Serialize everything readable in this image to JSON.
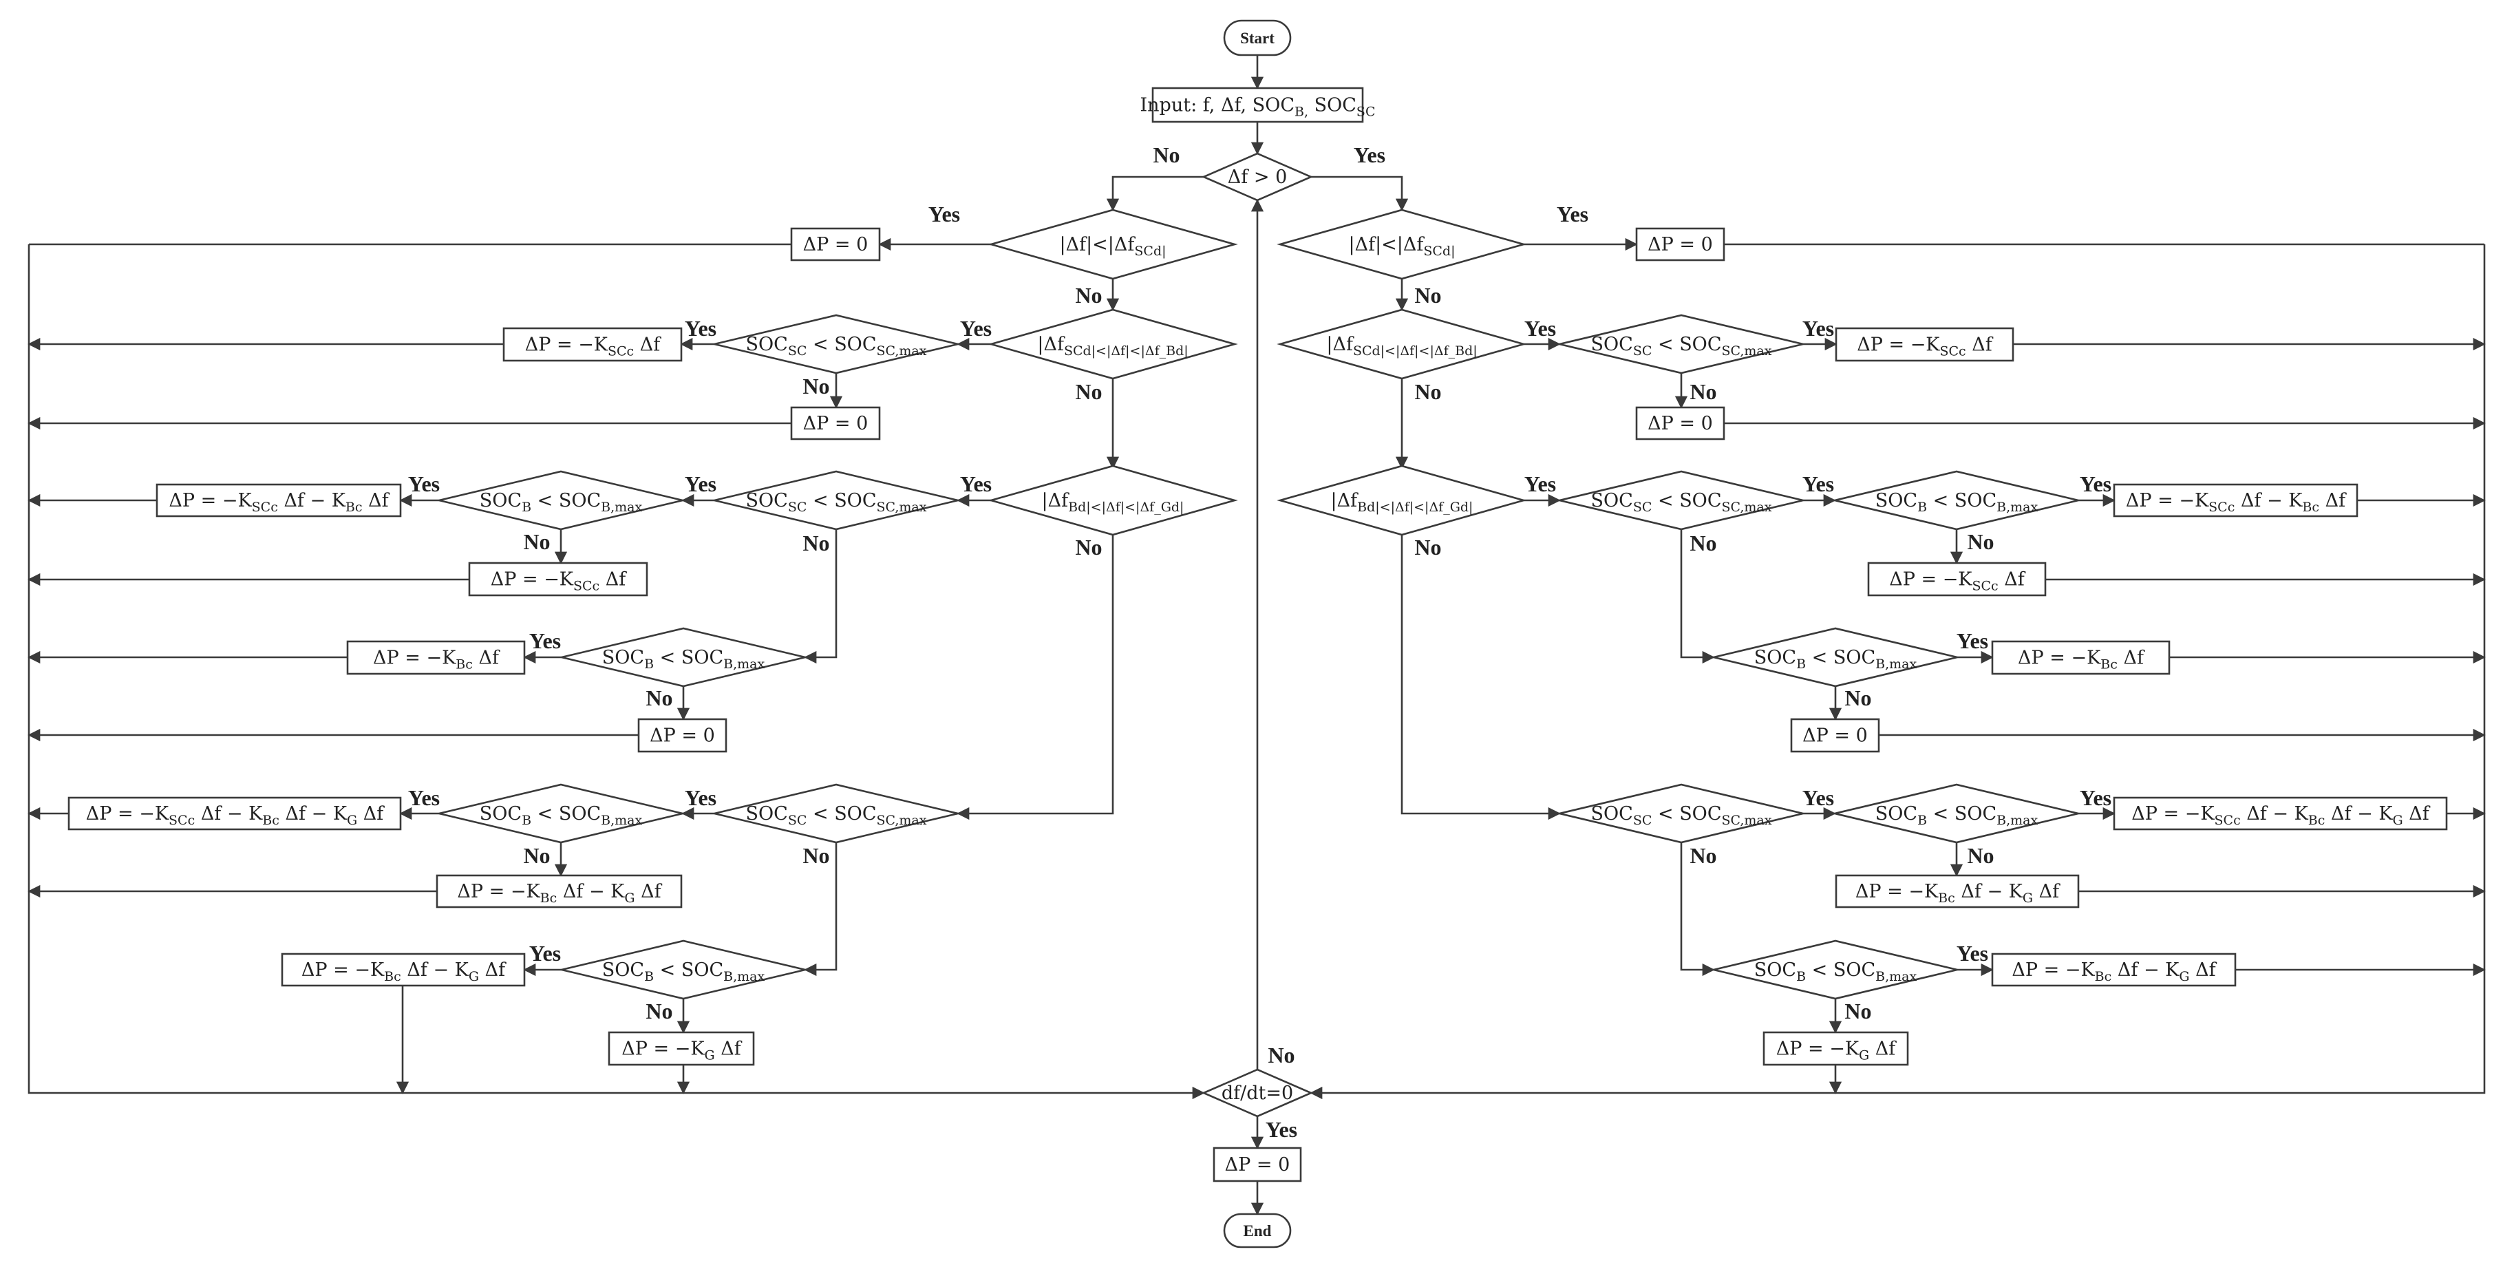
{
  "nodes": {
    "start": "Start",
    "end": "End",
    "input": "Input: f, Δf, SOC_B, SOC_SC",
    "d_top": "Δf > 0",
    "d_df": "df/dt=0",
    "p_final": "ΔP = 0",
    "L": {
      "d1": "|Δf|<|Δf_SCd|",
      "b1": "ΔP = 0",
      "d2": "|Δf_SCd|<|Δf|<|Δf_Bd|",
      "d2a": "SOC_SC < SOC_SC,max",
      "b2a": "ΔP = −K_SCc Δf",
      "b2b": "ΔP = 0",
      "d3": "|Δf_Bd|<|Δf|<|Δf_Gd|",
      "d3a": "SOC_SC < SOC_SC,max",
      "d3b": "SOC_B < SOC_B,max",
      "b3a": "ΔP = −K_SCc Δf − K_Bc Δf",
      "b3b": "ΔP = −K_SCc Δf",
      "d3c": "SOC_B < SOC_B,max",
      "b3c": "ΔP = −K_Bc Δf",
      "b3d": "ΔP = 0",
      "d4a": "SOC_SC < SOC_SC,max",
      "d4b": "SOC_B < SOC_B,max",
      "b4a": "ΔP = −K_SCc Δf − K_Bc Δf − K_G Δf",
      "b4b": "ΔP = −K_Bc Δf − K_G Δf",
      "d4c": "SOC_B < SOC_B,max",
      "b4c": "ΔP = −K_Bc Δf − K_G Δf",
      "b4d": "ΔP = −K_G Δf"
    },
    "R": {
      "d1": "|Δf|<|Δf_SCd|",
      "b1": "ΔP = 0",
      "d2": "|Δf_SCd|<|Δf|<|Δf_Bd|",
      "d2a": "SOC_SC < SOC_SC,max",
      "b2a": "ΔP = −K_SCc Δf",
      "b2b": "ΔP = 0",
      "d3": "|Δf_Bd|<|Δf|<|Δf_Gd|",
      "d3a": "SOC_SC < SOC_SC,max",
      "d3b": "SOC_B < SOC_B,max",
      "b3a": "ΔP = −K_SCc Δf − K_Bc Δf",
      "b3b": "ΔP = −K_SCc Δf",
      "d3c": "SOC_B < SOC_B,max",
      "b3c": "ΔP = −K_Bc Δf",
      "b3d": "ΔP = 0",
      "d4a": "SOC_SC < SOC_SC,max",
      "d4b": "SOC_B < SOC_B,max",
      "b4a": "ΔP = −K_SCc Δf − K_Bc Δf − K_G Δf",
      "b4b": "ΔP = −K_Bc Δf − K_G Δf",
      "d4c": "SOC_B < SOC_B,max",
      "b4c": "ΔP = −K_Bc Δf − K_G Δf",
      "b4d": "ΔP = −K_G Δf"
    }
  },
  "labels": {
    "yes": "Yes",
    "no": "No"
  }
}
